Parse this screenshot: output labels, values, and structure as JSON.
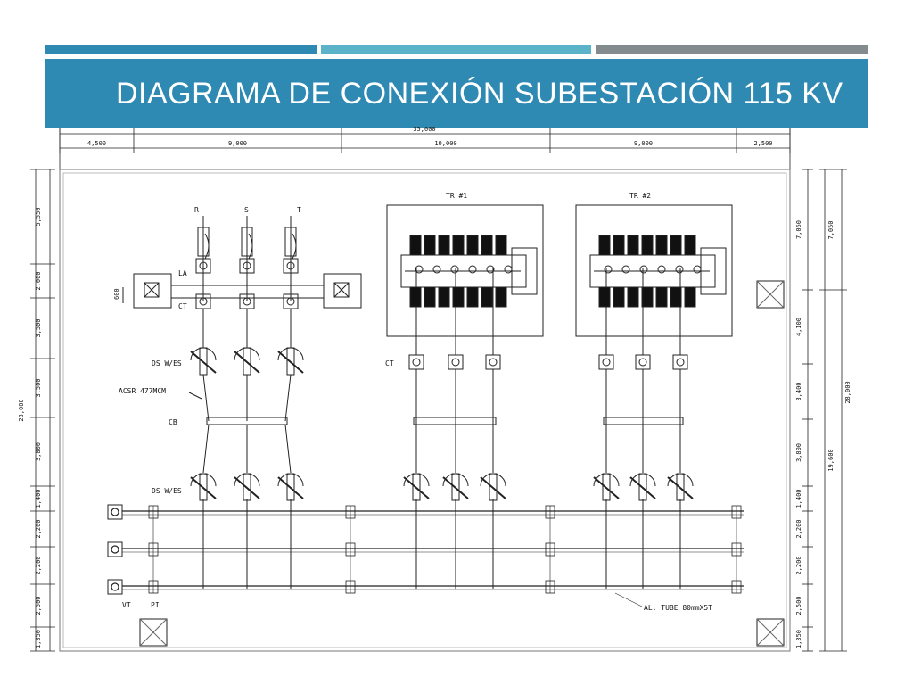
{
  "title": "DIAGRAMA DE CONEXIÓN SUBESTACIÓN 115 KV",
  "top_dimensions": {
    "total": "35,000",
    "segments": [
      "4,500",
      "9,000",
      "10,000",
      "9,000",
      "2,500"
    ]
  },
  "left_dimensions": {
    "total": "28,000",
    "segments": [
      "5,550",
      "2,000",
      "3,500",
      "3,500",
      "3,800",
      "1,400",
      "2,200",
      "2,200",
      "2,500",
      "1,350"
    ]
  },
  "right_dimensions": {
    "segments": [
      "7,050",
      "4,100",
      "3,400",
      "3,800",
      "1,400",
      "2,200",
      "2,200",
      "2,500",
      "1,350"
    ],
    "mid": "7,050",
    "sub": "19,600",
    "total": "28,000"
  },
  "labels": {
    "phase_r": "R",
    "phase_s": "S",
    "phase_t": "T",
    "la": "LA",
    "ct_left": "CT",
    "ct_right": "CT",
    "spacing_600": "600",
    "ds_upper": "DS W/ES",
    "ds_lower": "DS W/ES",
    "acsr": "ACSR 477MCM",
    "cb": "CB",
    "tr1": "TR #1",
    "tr2": "TR #2",
    "vt": "VT",
    "pi": "PI",
    "al_tube": "AL. TUBE 80mmX5T"
  }
}
